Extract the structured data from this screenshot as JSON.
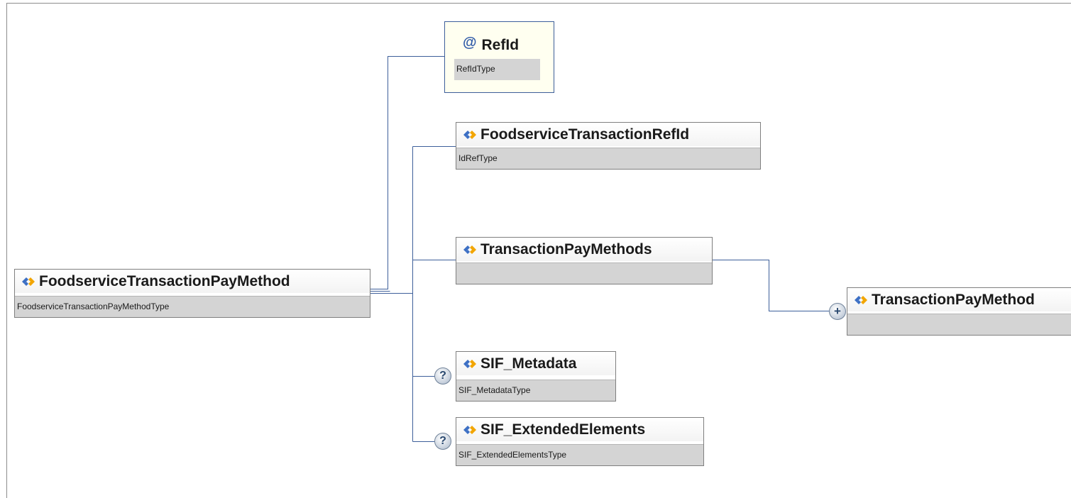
{
  "root": {
    "name": "FoodserviceTransactionPayMethod",
    "type": "FoodserviceTransactionPayMethodType",
    "icon": "element-icon"
  },
  "attribute": {
    "symbol": "@",
    "name": "RefId",
    "type": "RefIdType",
    "icon": "attribute-at-icon"
  },
  "children": [
    {
      "name": "FoodserviceTransactionRefId",
      "type": "IdRefType",
      "optional": false,
      "icon": "element-icon"
    },
    {
      "name": "TransactionPayMethods",
      "type": "",
      "optional": false,
      "icon": "element-icon"
    },
    {
      "name": "SIF_Metadata",
      "type": "SIF_MetadataType",
      "optional": true,
      "icon": "element-icon"
    },
    {
      "name": "SIF_ExtendedElements",
      "type": "SIF_ExtendedElementsType",
      "optional": true,
      "icon": "element-icon"
    }
  ],
  "grandchild": {
    "name": "TransactionPayMethod",
    "type": "",
    "icon": "element-icon"
  },
  "badges": {
    "optional_symbol": "?",
    "expand_symbol": "+"
  },
  "colors": {
    "connector": "#3d5f9a",
    "type_band": "#d4d4d4",
    "attribute_bg": "#fffff0",
    "icon_blue": "#3c6fc4",
    "icon_orange": "#f2a500"
  }
}
